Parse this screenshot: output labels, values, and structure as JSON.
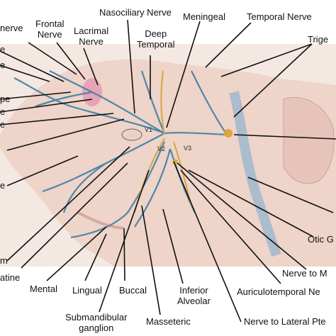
{
  "labels": {
    "nerve_top_left": "nerve",
    "frontal_nerve": "Frontal\nNerve",
    "lacrimal_nerve": "Lacrimal\nNerve",
    "nasociliary_nerve": "Nasociliary Nerve",
    "deep_temporal": "Deep\nTemporal",
    "meningeal": "Meningeal",
    "temporal_nerve": "Temporal Nerve",
    "trigeminal": "Trige",
    "left_e1": "e",
    "left_e2": "e",
    "left_pe": "pe",
    "left_e3": "e",
    "left_e4": "e",
    "left_e5": "e",
    "left_m": "m",
    "palatine": "atine",
    "mental": "Mental",
    "lingual": "Lingual",
    "buccal": "Buccal",
    "inferior_alveolar": "Inferior\nAlveolar",
    "submandibular_ganglion": "Submandibular\nganglion",
    "masseteric": "Masseteric",
    "otic_ganglion": "Otic G",
    "nerve_to_medial": "Nerve to M",
    "auriculotemporal": "Auriculotemporal Ne",
    "nerve_to_lateral": "Nerve to Lateral Pte",
    "v1": "V1",
    "v2": "V2",
    "v3": "V3"
  },
  "colors": {
    "background": "#f6ece6",
    "skin": "#efd6cc",
    "nerve_blue": "#4f87a6",
    "nerve_yellow": "#d8a640",
    "eye_pink": "#e8a0b2",
    "leader": "#111111"
  }
}
